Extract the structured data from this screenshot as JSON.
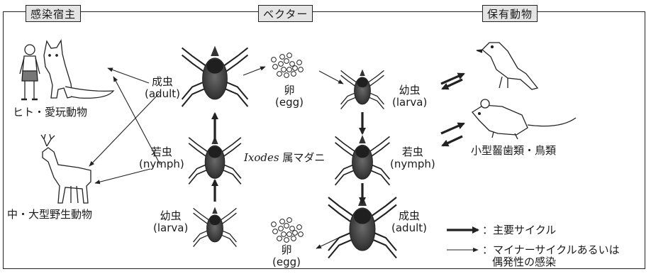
{
  "headers": {
    "infected_host": "感染宿主",
    "vector": "ベクター",
    "reservoir": "保有動物"
  },
  "hosts": {
    "human_pet": "ヒト・愛玩動物",
    "wild_animals": "中・大型野生動物",
    "rodents_birds": "小型齧歯類・鳥類"
  },
  "stages": {
    "adult_top": {
      "ja": "成虫",
      "en": "(adult)"
    },
    "egg_top": {
      "ja": "卵",
      "en": "(egg)"
    },
    "larva_right": {
      "ja": "幼虫",
      "en": "(larva)"
    },
    "nymph_left": {
      "ja": "若虫",
      "en": "(nymph)"
    },
    "nymph_right": {
      "ja": "若虫",
      "en": "(nymph)"
    },
    "larva_left": {
      "ja": "幼虫",
      "en": "(larva)"
    },
    "egg_bottom": {
      "ja": "卵",
      "en": "(egg)"
    },
    "adult_bottom": {
      "ja": "成虫",
      "en": "(adult)"
    }
  },
  "genus_label": {
    "genus": "Ixodes",
    "suffix": " 属マダニ"
  },
  "legend": {
    "main_cycle": "：主要サイクル",
    "minor_line1": "：マイナーサイクルあるいは",
    "minor_line2": "偶発性の感染"
  }
}
